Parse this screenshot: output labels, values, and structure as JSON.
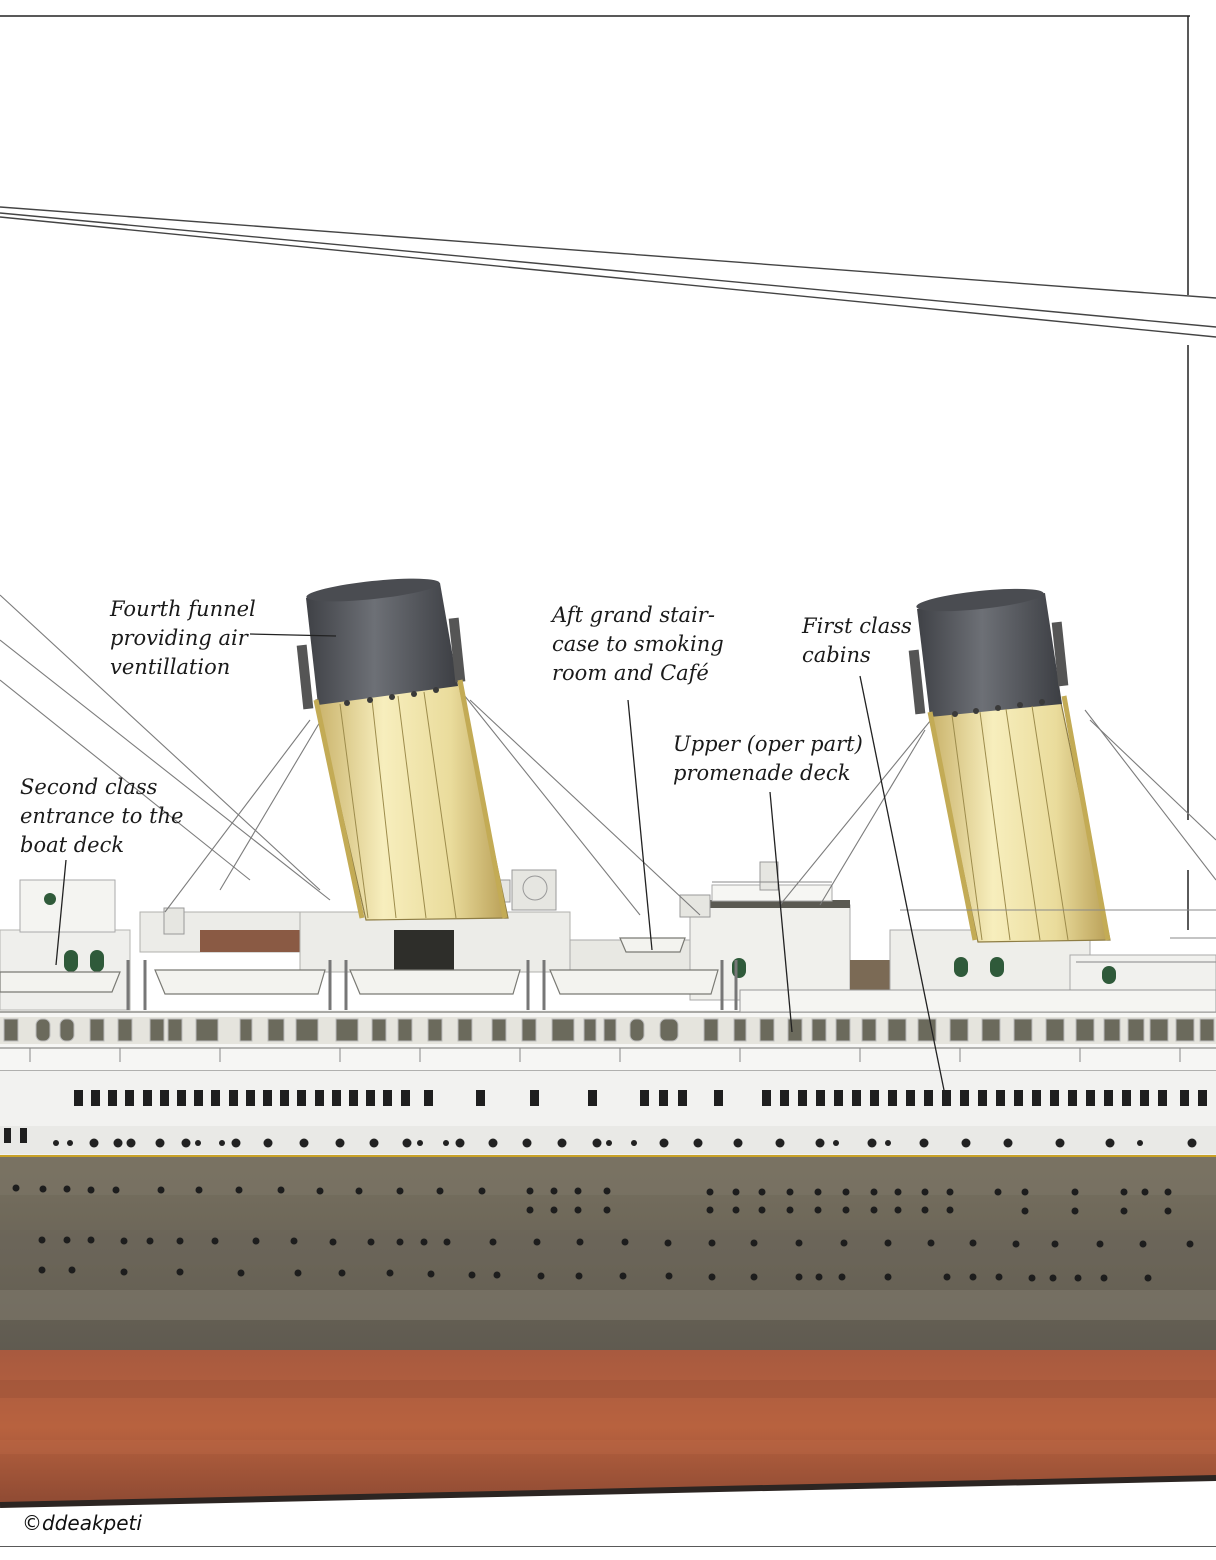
{
  "labels": {
    "fourth_funnel": [
      "Fourth funnel",
      "providing air",
      "ventillation"
    ],
    "aft_staircase": [
      "Aft grand stair-",
      "case to smoking",
      "room and Café"
    ],
    "first_class": [
      "First class",
      "cabins"
    ],
    "upper_promenade": [
      "Upper (oper part)",
      "promenade deck"
    ],
    "second_class": [
      "Second class",
      "entrance to the",
      "boat deck"
    ]
  },
  "credit": "©ddeakpeti",
  "colors": {
    "funnel_buff": "#efe3a8",
    "funnel_top": "#55575c",
    "hull_black": "#6f685e",
    "hull_red": "#a8573a",
    "superstructure_white": "#f4f4f2",
    "gold_stripe": "#c9a227"
  }
}
